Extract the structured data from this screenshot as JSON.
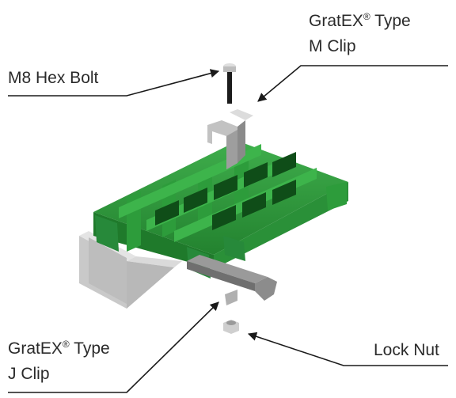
{
  "labels": {
    "hex_bolt": "M8 Hex Bolt",
    "m_clip_line1": "GratEX",
    "m_clip_reg": "®",
    "m_clip_line1_rest": " Type",
    "m_clip_line2": "M Clip",
    "j_clip_line1": "GratEX",
    "j_clip_reg": "®",
    "j_clip_line1_rest": " Type",
    "j_clip_line2": "J Clip",
    "lock_nut": "Lock Nut"
  },
  "colors": {
    "grating_green": "#2f9e3f",
    "grating_dark": "#1f6e2a",
    "grating_light": "#46b554",
    "steel_light": "#d9d9d9",
    "steel_mid": "#b3b3b3",
    "steel_dark": "#7a7a7a",
    "leader_line": "#1a1a1a"
  }
}
